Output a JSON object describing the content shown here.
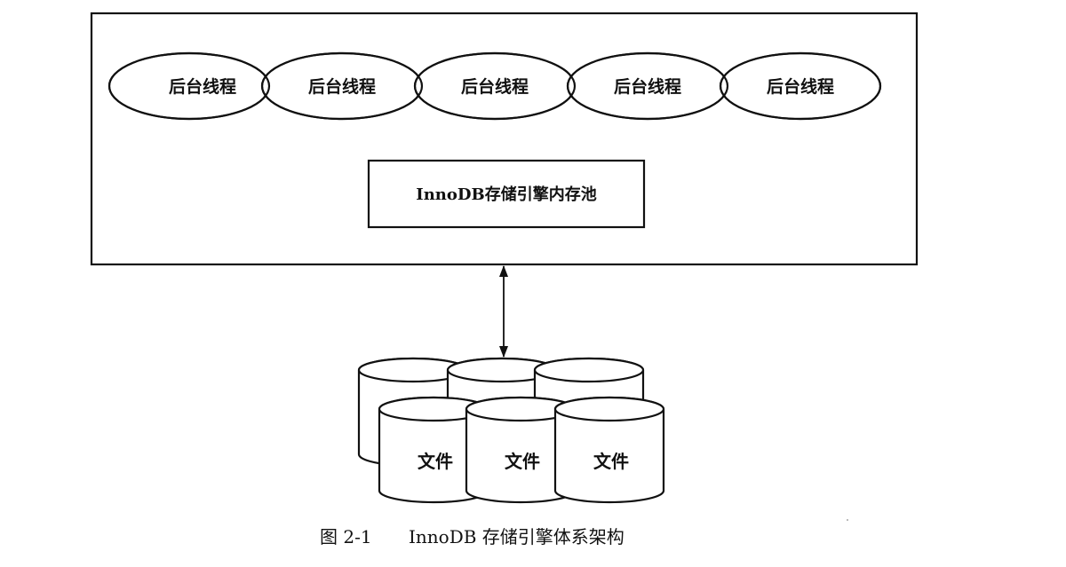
{
  "diagram": {
    "title": "InnoDB 存储引擎体系架构",
    "caption_number": "图 2-1",
    "container": {
      "threads": [
        {
          "label": "后台线程"
        },
        {
          "label": "后台线程"
        },
        {
          "label": "后台线程"
        },
        {
          "label": "后台线程"
        },
        {
          "label": "后台线程"
        }
      ],
      "memory_pool": {
        "label": "InnoDB存储引擎内存池"
      }
    },
    "connection": {
      "type": "bidirectional-arrow",
      "from": "container",
      "to": "files"
    },
    "files": {
      "back_row": [
        {
          "label": ""
        },
        {
          "label": ""
        },
        {
          "label": ""
        }
      ],
      "front_row": [
        {
          "label": "文件"
        },
        {
          "label": "文件"
        },
        {
          "label": "文件"
        }
      ]
    }
  }
}
